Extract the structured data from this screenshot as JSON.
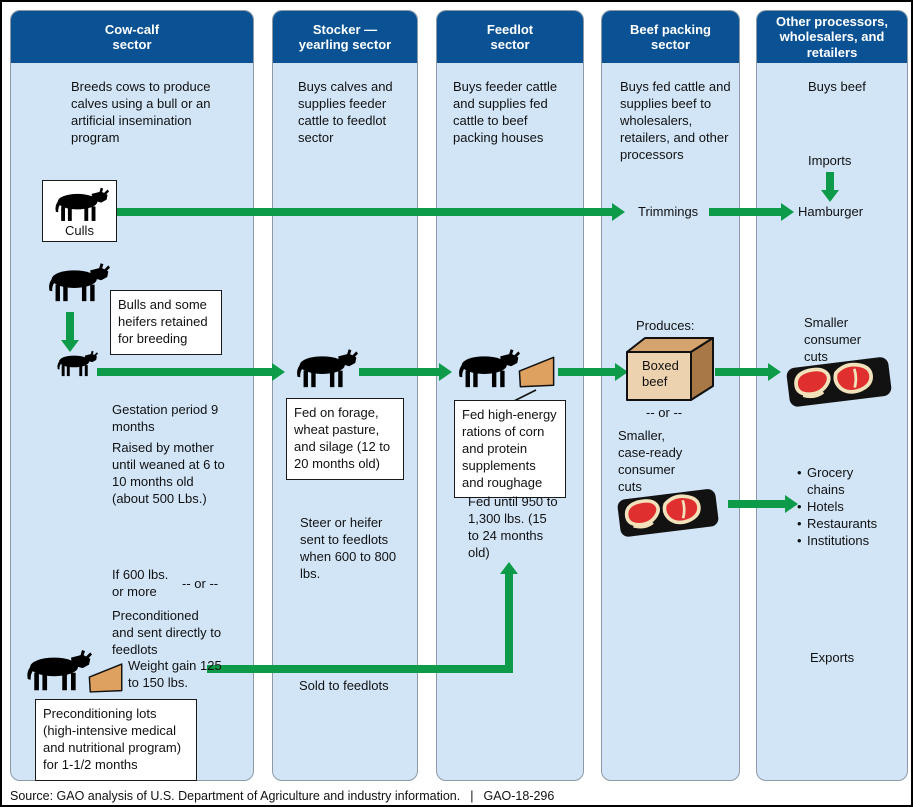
{
  "columns": [
    {
      "title": "Cow-calf sector",
      "desc": "Breeds cows to produce calves using a bull or an artificial insemination program"
    },
    {
      "title": "Stocker — yearling sector",
      "desc": "Buys calves and supplies feeder cattle to feedlot sector"
    },
    {
      "title": "Feedlot sector",
      "desc": "Buys feeder cattle and supplies fed cattle to beef packing houses"
    },
    {
      "title": "Beef packing sector",
      "desc": "Buys fed cattle and supplies beef to wholesalers, retailers, and other processors"
    },
    {
      "title": "Other processors, wholesalers, and retailers",
      "desc": "Buys beef"
    }
  ],
  "cow_calf": {
    "culls_label": "Culls",
    "bulls_note": "Bulls and some heifers retained for breeding",
    "gestation": "Gestation period 9 months",
    "raised": "Raised by mother until weaned at 6 to 10 months old (about 500 Lbs.)",
    "if_600": "If 600 lbs. or more",
    "or_divider": "-- or --",
    "preconditioned": "Preconditioned and sent directly to feedlots",
    "weight_gain": "Weight gain 125 to 150 lbs.",
    "preconditioning_note": "Preconditioning lots (high-intensive medical and nutritional program) for 1-1/2 months"
  },
  "stocker": {
    "fed_note": "Fed on forage, wheat pasture, and silage (12 to 20 months old)",
    "steer_note": "Steer or heifer sent to feedlots when 600 to 800 lbs.",
    "sold": "Sold to feedlots"
  },
  "feedlot": {
    "fed_note": "Fed high-energy rations of corn and protein supplements and roughage",
    "fed_until": "Fed until 950 to 1,300 lbs. (15 to 24 months old)"
  },
  "packing": {
    "produces": "Produces:",
    "boxed_beef": "Boxed beef",
    "trimmings": "Trimmings",
    "or_divider": "-- or --",
    "case_ready": "Smaller, case-ready consumer cuts"
  },
  "retail": {
    "imports": "Imports",
    "hamburger": "Hamburger",
    "smaller_cuts": "Smaller consumer cuts",
    "bullet": "•",
    "customers": [
      "Grocery chains",
      "Hotels",
      "Restaurants",
      "Institutions"
    ],
    "exports": "Exports"
  },
  "footer": {
    "source": "Source: GAO analysis of U.S. Department of Agriculture and industry information.",
    "separator": "|",
    "report_id": "GAO-18-296"
  },
  "colors": {
    "header_blue": "#0a5294",
    "panel_blue": "#d2e5f7",
    "arrow_green": "#0d9b49",
    "trough_tan": "#dfa15f",
    "box_front": "#ecd2ae",
    "box_top": "#d5a36d",
    "box_side": "#a87847",
    "steak_red": "#df2f2f",
    "steak_fat": "#f2e2bc",
    "tray_black": "#121212"
  }
}
